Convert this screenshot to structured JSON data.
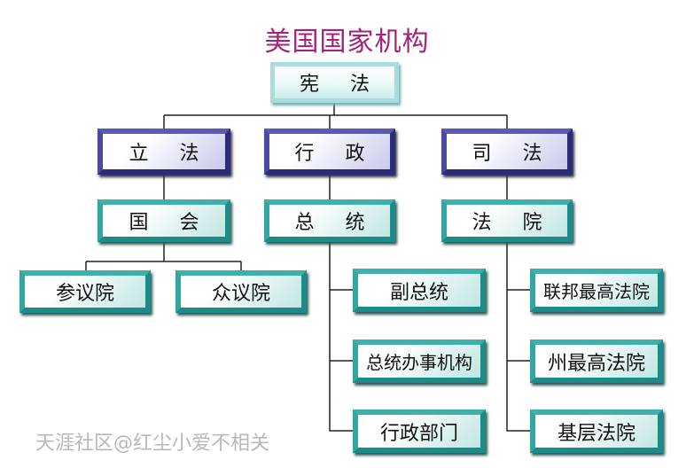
{
  "title": "美国国家机构",
  "root": "宪 法",
  "branches": [
    "立 法",
    "行 政",
    "司 法"
  ],
  "level3": [
    "国 会",
    "总 统",
    "法 院"
  ],
  "congress": [
    "参议院",
    "众议院"
  ],
  "executive": [
    "副总统",
    "总统办事机构",
    "行政部门"
  ],
  "judicial": [
    "联邦最高法院",
    "州最高法院",
    "基层法院"
  ],
  "watermark": "天涯社区@红尘小爱不相关",
  "colors": {
    "title": "#a3237c",
    "branch_border": "#2b2b7a",
    "sub_border": "#1c8c88",
    "root_border": "#a9dcdc"
  }
}
